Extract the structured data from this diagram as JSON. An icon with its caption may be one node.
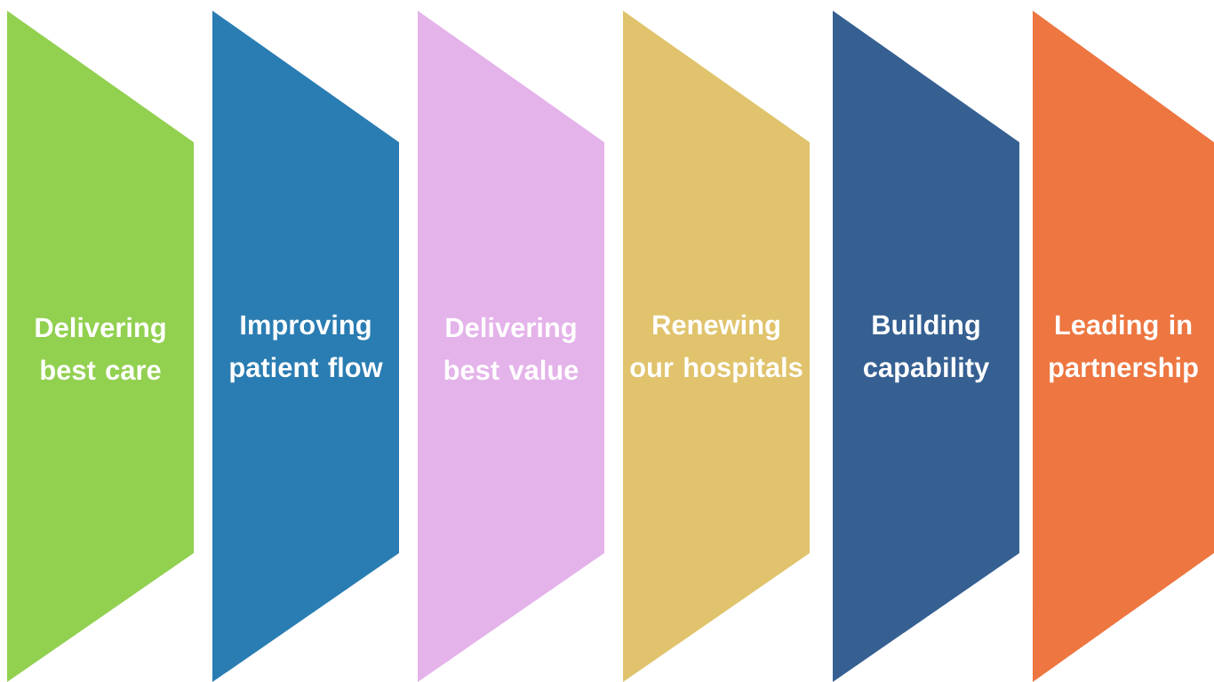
{
  "diagram": {
    "nodes": [
      {
        "text": [
          "Delivering best care"
        ]
      },
      {
        "text": [
          "Improving patient flow"
        ]
      },
      {
        "text": [
          "Delivering best value"
        ]
      },
      {
        "text": [
          "Renewing our hospitals"
        ]
      },
      {
        "text": [
          "Building capability"
        ]
      },
      {
        "text": [
          "Leading in partnership"
        ]
      }
    ]
  }
}
